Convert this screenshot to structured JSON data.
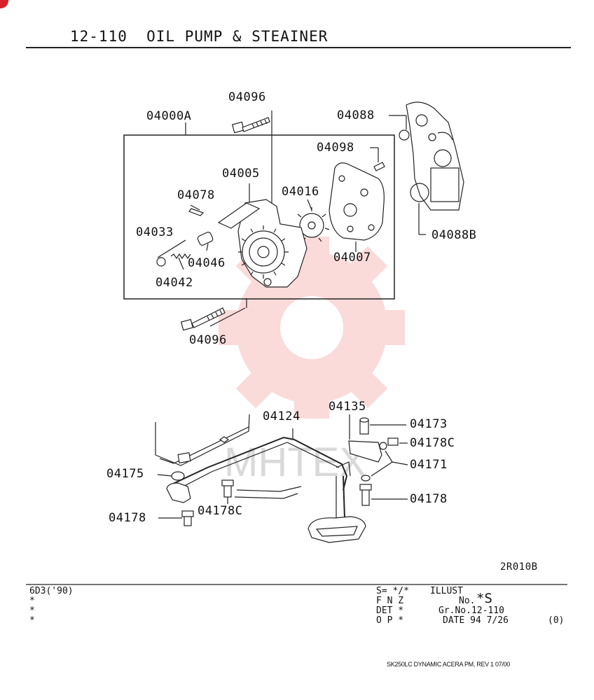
{
  "header": {
    "title": "12-110  OIL PUMP & STEAINER"
  },
  "callouts": {
    "p04096_top": "04096",
    "p04000A": "04000A",
    "p04088": "04088",
    "p04098": "04098",
    "p04005": "04005",
    "p04016": "04016",
    "p04078": "04078",
    "p04033": "04033",
    "p04046": "04046",
    "p04042": "04042",
    "p04007": "04007",
    "p04088B": "04088B",
    "p04096_bottom": "04096",
    "p04135": "04135",
    "p04124": "04124",
    "p04173": "04173",
    "p04178C_right": "04178C",
    "p04171": "04171",
    "p04175": "04175",
    "p04178_right": "04178",
    "p04178_left": "04178",
    "p04178C_mid": "04178C"
  },
  "illustration_code": "2R010B",
  "footer": {
    "model": "6D3('90)",
    "stars": [
      "*",
      "*",
      "*"
    ],
    "s_line": "S= */*",
    "fnz": "F N Z",
    "det": "DET *",
    "op": "O P *",
    "illust": "ILLUST",
    "no": "No.",
    "no_value": "*S",
    "gr_no": "Gr.No.12-110",
    "date": "DATE 94 7/26",
    "rev": "(0)",
    "credit": "SK250LC DYNAMIC ACERA PM, REV 1 07/00"
  },
  "watermark": {
    "text": "MHTEX",
    "color": "#e8403a"
  }
}
